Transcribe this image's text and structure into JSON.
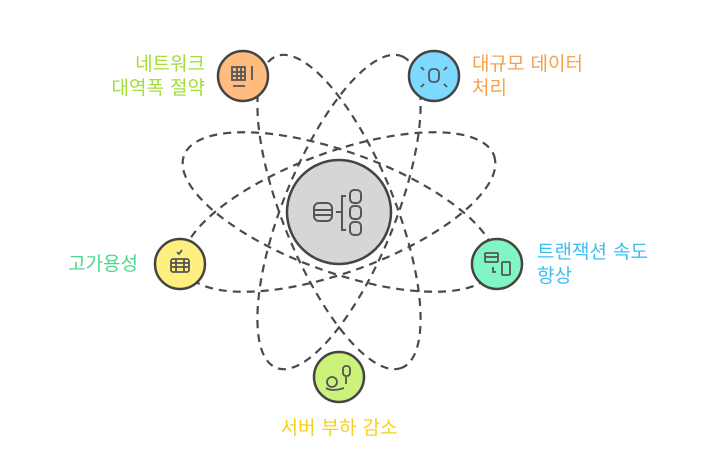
{
  "center": {
    "icon": "database-hierarchy-icon",
    "color": "#d6d6d6"
  },
  "nodes": [
    {
      "label_lines": [
        "네트워크",
        "대역폭 절약"
      ],
      "icon": "table-resize-icon",
      "fill": "#FFBB80",
      "text_color": "#A3DD3C"
    },
    {
      "label_lines": [
        "대규모 데이터",
        "처리"
      ],
      "icon": "database-expand-icon",
      "fill": "#7ED9FF",
      "text_color": "#F5A04C"
    },
    {
      "label_lines": [
        "트랜잭션 속도",
        "향상"
      ],
      "icon": "card-to-phone-icon",
      "fill": "#80F7C2",
      "text_color": "#3DBDF2"
    },
    {
      "label_lines": [
        "서버 부하 감소"
      ],
      "icon": "gear-database-icon",
      "fill": "#CDF27C",
      "text_color": "#F2D21E"
    },
    {
      "label_lines": [
        "고가용성"
      ],
      "icon": "server-check-icon",
      "fill": "#FFEF80",
      "text_color": "#4FD68E"
    }
  ]
}
